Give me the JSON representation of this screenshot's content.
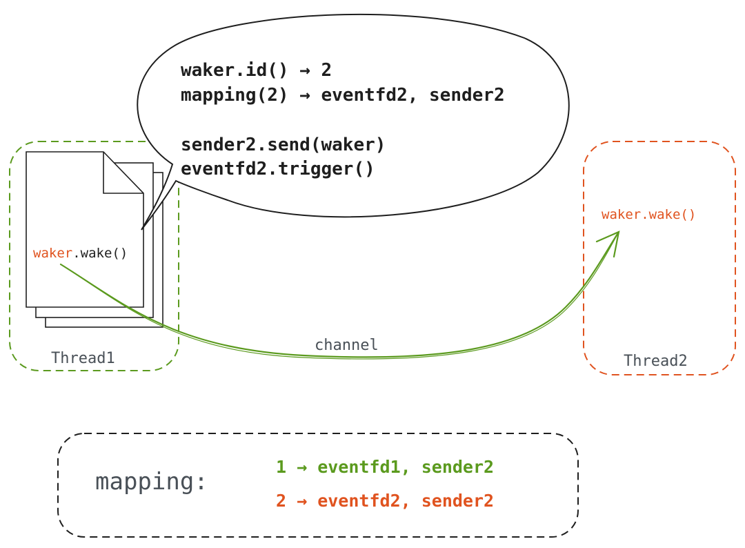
{
  "colors": {
    "green": "#5b9a1e",
    "orange": "#e0531f",
    "ink": "#1e1e1e",
    "grey": "#495057"
  },
  "bubble": {
    "lines": [
      "waker.id() → 2",
      "mapping(2) → eventfd2, sender2",
      "",
      "sender2.send(waker)",
      "eventfd2.trigger()"
    ]
  },
  "thread1": {
    "label": "Thread1",
    "call_prefix": "waker",
    "call_suffix": ".wake()"
  },
  "thread2": {
    "label": "Thread2",
    "call": "waker.wake()"
  },
  "arrow": {
    "label": "channel"
  },
  "legend": {
    "title": "mapping:",
    "rows": [
      "1 → eventfd1, sender2",
      "2 → eventfd2, sender2"
    ]
  }
}
